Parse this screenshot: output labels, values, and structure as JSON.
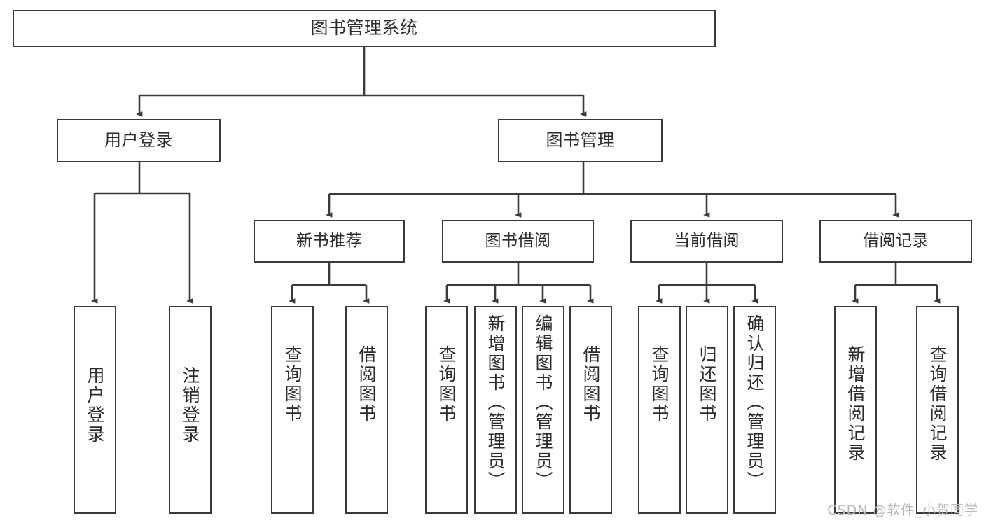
{
  "diagram": {
    "title": "图书管理系统",
    "type": "tree-hierarchy",
    "root": {
      "label": "图书管理系统"
    },
    "level2": [
      {
        "id": "user-login",
        "label": "用户登录"
      },
      {
        "id": "book-manage",
        "label": "图书管理"
      }
    ],
    "level3": [
      {
        "id": "new-book-recommend",
        "label": "新书推荐",
        "parent": "book-manage"
      },
      {
        "id": "book-borrow",
        "label": "图书借阅",
        "parent": "book-manage"
      },
      {
        "id": "current-borrow",
        "label": "当前借阅",
        "parent": "book-manage"
      },
      {
        "id": "borrow-record",
        "label": "借阅记录",
        "parent": "book-manage"
      }
    ],
    "leaves": {
      "user-login": [
        {
          "id": "leaf-user-login",
          "label": "用户登录"
        },
        {
          "id": "leaf-logout",
          "label": "注销登录"
        }
      ],
      "new-book-recommend": [
        {
          "id": "leaf-query-book-1",
          "label": "查询图书"
        },
        {
          "id": "leaf-borrow-book-1",
          "label": "借阅图书"
        }
      ],
      "book-borrow": [
        {
          "id": "leaf-query-book-2",
          "label": "查询图书"
        },
        {
          "id": "leaf-add-book",
          "label": "新增图书（管理员）"
        },
        {
          "id": "leaf-edit-book",
          "label": "编辑图书（管理员）"
        },
        {
          "id": "leaf-borrow-book-2",
          "label": "借阅图书"
        }
      ],
      "current-borrow": [
        {
          "id": "leaf-query-book-3",
          "label": "查询图书"
        },
        {
          "id": "leaf-return-book",
          "label": "归还图书"
        },
        {
          "id": "leaf-confirm-return",
          "label": "确认归还（管理员）"
        }
      ],
      "borrow-record": [
        {
          "id": "leaf-add-record",
          "label": "新增借阅记录"
        },
        {
          "id": "leaf-query-record",
          "label": "查询借阅记录"
        }
      ]
    }
  },
  "watermark": {
    "text": "CSDN @软件_小贺同学"
  },
  "colors": {
    "border": "#3a3a3a",
    "text": "#2b2b2b",
    "background": "#ffffff",
    "watermark": "#b9b9b9"
  }
}
